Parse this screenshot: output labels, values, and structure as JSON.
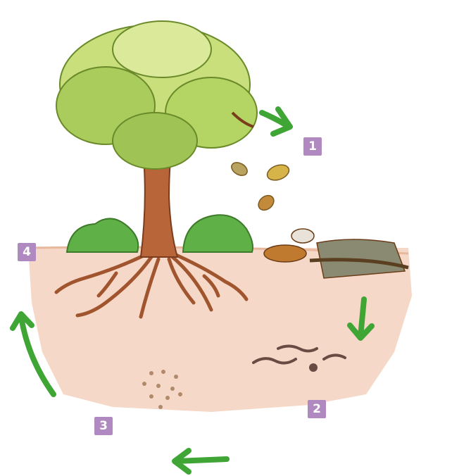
{
  "diagram": {
    "stages": [
      {
        "number": "1",
        "icon": "falling-leaves-icon"
      },
      {
        "number": "2",
        "icon": "earthworm-icon"
      },
      {
        "number": "3",
        "icon": "soil-nutrients-icon"
      },
      {
        "number": "4",
        "icon": "tree-roots-icon"
      }
    ],
    "colors": {
      "arrow": "#3fa535",
      "badge": "#b089c0",
      "soil": "#f6d8c8",
      "canopy": "#c8df7c",
      "trunk": "#b8653a",
      "bush": "#5fb047"
    }
  }
}
